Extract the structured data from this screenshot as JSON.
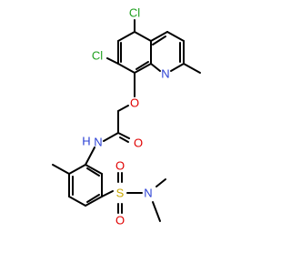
{
  "atoms": [
    {
      "id": "cl1",
      "label": "Cl",
      "color": "#1fa01f"
    },
    {
      "id": "cl2",
      "label": "Cl",
      "color": "#1fa01f"
    },
    {
      "id": "n_quin",
      "label": "N",
      "color": "#2a3fd4"
    },
    {
      "id": "o_ether",
      "label": "O",
      "color": "#e00000"
    },
    {
      "id": "o_amide",
      "label": "O",
      "color": "#e00000"
    },
    {
      "id": "nh_amide",
      "label": "N",
      "color": "#2a3fd4"
    },
    {
      "id": "h_amide",
      "label": "H",
      "color": "#2a3fd4"
    },
    {
      "id": "s_sulfonyl",
      "label": "S",
      "color": "#c9a800"
    },
    {
      "id": "o_s1",
      "label": "O",
      "color": "#e00000"
    },
    {
      "id": "o_s2",
      "label": "O",
      "color": "#e00000"
    },
    {
      "id": "n_amine",
      "label": "N",
      "color": "#2a3fd4"
    }
  ]
}
